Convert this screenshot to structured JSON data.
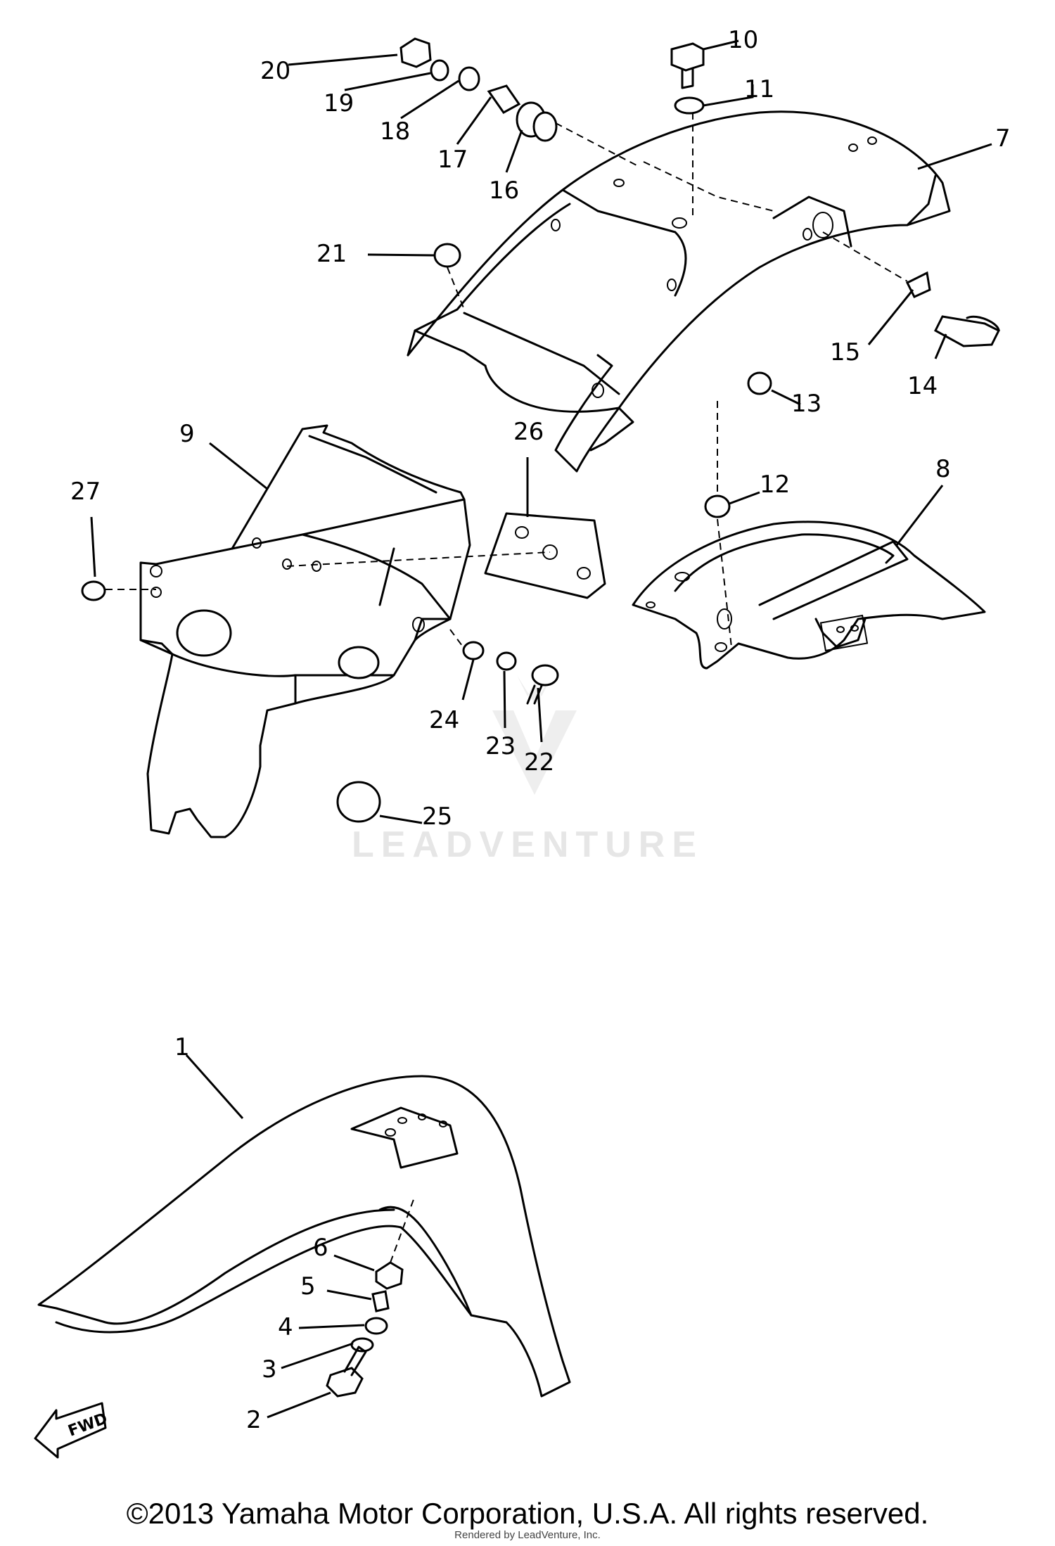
{
  "diagram": {
    "callouts": {
      "c1": "1",
      "c2": "2",
      "c3": "3",
      "c4": "4",
      "c5": "5",
      "c6": "6",
      "c7": "7",
      "c8": "8",
      "c9": "9",
      "c10": "10",
      "c11": "11",
      "c12": "12",
      "c13": "13",
      "c14": "14",
      "c15": "15",
      "c16": "16",
      "c17": "17",
      "c18": "18",
      "c19": "19",
      "c20": "20",
      "c21": "21",
      "c22": "22",
      "c23": "23",
      "c24": "24",
      "c25": "25",
      "c26": "26",
      "c27": "27"
    },
    "fwd_label": "FWD",
    "watermark": "LEADVENTURE",
    "copyright": "©2013 Yamaha Motor Corporation, U.S.A. All rights reserved.",
    "rendered_by": "Rendered by LeadVenture, Inc."
  }
}
